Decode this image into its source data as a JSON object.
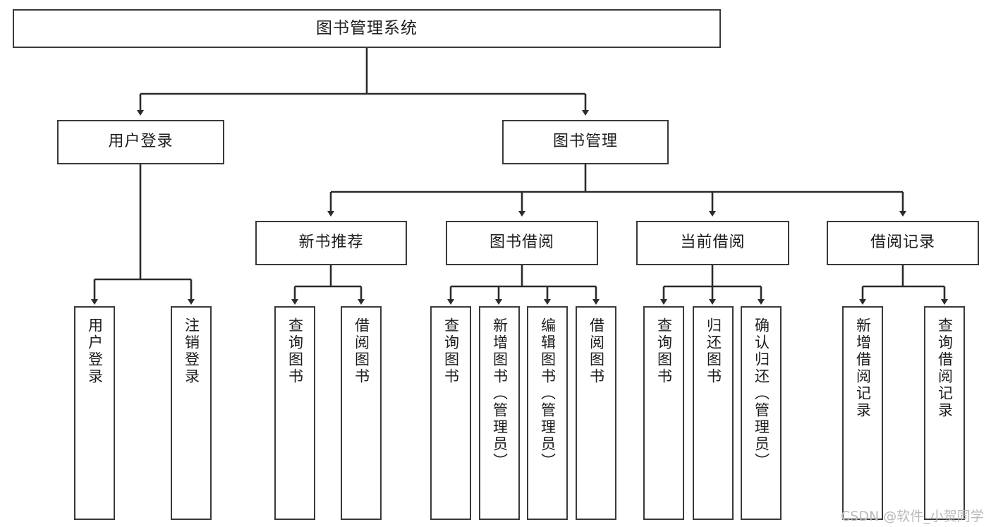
{
  "diagram": {
    "title": "图书管理系统",
    "type": "tree-hierarchy",
    "root": {
      "label": "图书管理系统"
    },
    "level2": [
      {
        "label": "用户登录"
      },
      {
        "label": "图书管理"
      }
    ],
    "level3": [
      {
        "label": "新书推荐"
      },
      {
        "label": "图书借阅"
      },
      {
        "label": "当前借阅"
      },
      {
        "label": "借阅记录"
      }
    ],
    "leaves": {
      "user_login": [
        {
          "label": "用户登录"
        },
        {
          "label": "注销登录"
        }
      ],
      "new_book_recommend": [
        {
          "label": "查询图书"
        },
        {
          "label": "借阅图书"
        }
      ],
      "book_borrow": [
        {
          "label": "查询图书"
        },
        {
          "label": "新增图书（管理员）"
        },
        {
          "label": "编辑图书（管理员）"
        },
        {
          "label": "借阅图书"
        }
      ],
      "current_borrow": [
        {
          "label": "查询图书"
        },
        {
          "label": "归还图书"
        },
        {
          "label": "确认归还（管理员）"
        }
      ],
      "borrow_record": [
        {
          "label": "新增借阅记录"
        },
        {
          "label": "查询借阅记录"
        }
      ]
    }
  },
  "watermark": {
    "text": "CSDN @软件_小贺同学"
  },
  "colors": {
    "box_border": "#3a3a3a",
    "box_fill": "#ffffff",
    "text": "#1d1d1d",
    "edge": "#2b2b2b",
    "watermark": "#b9b9b9",
    "page_background": "#ffffff"
  }
}
